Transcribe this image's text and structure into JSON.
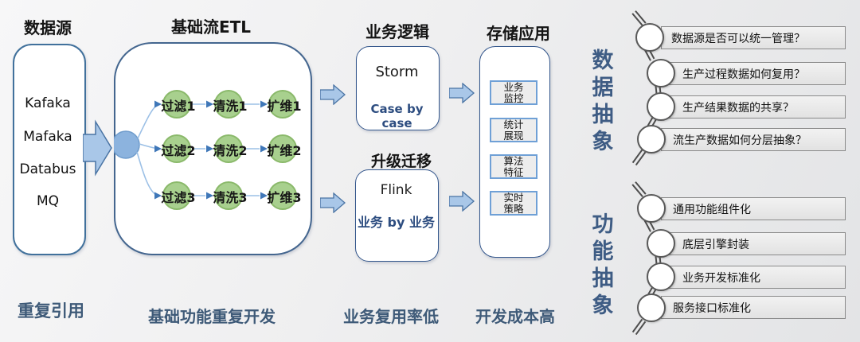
{
  "headers": {
    "datasource": "数据源",
    "etl": "基础流ETL",
    "business": "业务逻辑",
    "storage": "存储应用",
    "migration": "升级迁移"
  },
  "datasource": {
    "items": [
      "Kafaka",
      "Mafaka",
      "Databus",
      "MQ"
    ]
  },
  "etl": {
    "matrix": [
      [
        "过滤1",
        "清洗1",
        "扩维1"
      ],
      [
        "过滤2",
        "清洗2",
        "扩维2"
      ],
      [
        "过滤3",
        "清洗3",
        "扩维3"
      ]
    ]
  },
  "business": {
    "storm": {
      "name": "Storm",
      "mode": "Case by case"
    },
    "flink": {
      "name": "Flink",
      "mode": "业务 by 业务"
    }
  },
  "storage": {
    "apps": [
      "业务监控",
      "统计展现",
      "算法特征",
      "实时策略"
    ]
  },
  "abstraction": {
    "data": {
      "title": "数据抽象",
      "items": [
        "数据源是否可以统一管理？",
        "生产过程数据如何复用？",
        "生产结果数据的共享？",
        "流生产数据如何分层抽象？"
      ]
    },
    "function": {
      "title": "功能抽象",
      "items": [
        "通用功能组件化",
        "底层引擎封装",
        "业务开发标准化",
        "服务接口标准化"
      ]
    }
  },
  "footers": {
    "datasource": "重复引用",
    "etl": "基础功能重复开发",
    "business": "业务复用率低",
    "storage": "开发成本高"
  },
  "colors": {
    "arrow_fill": "#a9c7e8",
    "arrow_stroke": "#4a74a4",
    "node_green": "#a8d08e",
    "hub_blue": "#8cb3de",
    "box_border": "#41719c",
    "mode_text_navy": "#2d4d80",
    "footer_navy": "#3e5a78",
    "vertical_title_blue": "#3e5c84"
  }
}
